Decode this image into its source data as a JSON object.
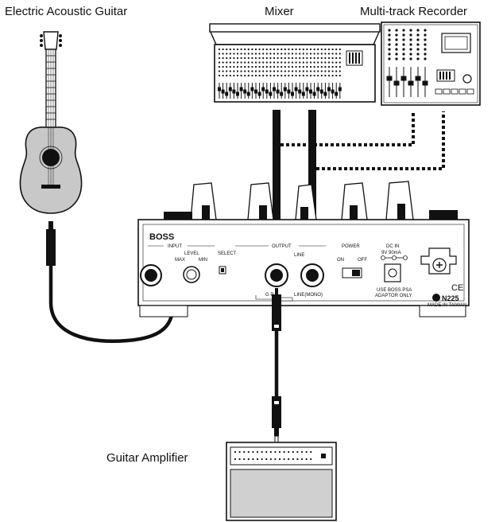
{
  "labels": {
    "guitar": "Electric Acoustic Guitar",
    "mixer": "Mixer",
    "recorder": "Multi-track Recorder",
    "amplifier": "Guitar Amplifier"
  },
  "device": {
    "brand": "BOSS",
    "input": "INPUT",
    "level": "LEVEL",
    "max": "MAX",
    "min": "MIN",
    "select": "SELECT",
    "output": "OUTPUT",
    "line": "LINE",
    "power": "POWER",
    "on": "ON",
    "off": "OFF",
    "dc_in": "DC IN",
    "dc_spec": "9V  90mA",
    "adaptor_1": "USE BOSS PSA",
    "adaptor_2": "ADAPTOR ONLY",
    "ce": "CE",
    "model": "N225",
    "made_in": "MADE IN TAIWAN",
    "gp": "G  P",
    "line_mono": "LINE(MONO)"
  }
}
